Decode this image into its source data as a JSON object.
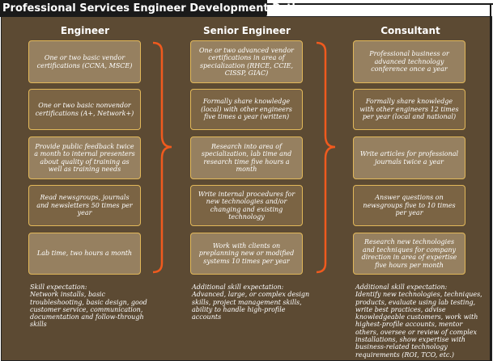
{
  "title": "Professional Services Engineer Development Path",
  "columns": [
    {
      "heading": "Engineer",
      "items": [
        "One or two basic vendor certifications (CCNA, MSCE)",
        "One or two basic nonvendor certifications (A+, Network+)",
        "Provide public feedback twice a month to internal presenters about quality of training as well as training needs",
        "Read newsgroups, journals and newsletters 50 times per year",
        "Lab time, two hours a month"
      ],
      "skill_label": "Skill expectation:",
      "skill_text": "Network installs, basic troubleshooting, basic design, good customer service, communication, documentation and follow-through skills"
    },
    {
      "heading": "Senior Engineer",
      "items": [
        "One or two advanced vendor certifications in area of specialization (RHCE, CCIE, CISSP, GIAC)",
        "Formally share knowledge (local) with other engineers five times a year (written)",
        "Research into area of specialization, lab time and research time five hours a month",
        "Write internal procedures for new technologies and/or changing and existing technology",
        "Work with clients on preplanning new or modified systems 10 times per year"
      ],
      "skill_label": "Additional skill expectation:",
      "skill_text": "Advanced, large, or complex design skills, project management skills, ability to handle high-profile accounts"
    },
    {
      "heading": "Consultant",
      "items": [
        "Professional business or advanced technology conference once a year",
        "Formally share knowledge with other engineers 12 times per year (local and national)",
        "Write articles for professional journals twice a year",
        "Answer questions on newsgroups five to 10 times per year",
        "Research new technologies and techniques for company direction in area of expertise five hours per month"
      ],
      "skill_label": "Additional skill expectation:",
      "skill_text": "Identify new technologies, techniques, products, evaluate using lab testing, write best practices, advise knowledgeable customers, work with highest-profile accounts, mentor others, oversee or review of complex installations, show expertise with business-related technology requirements (ROI, TCO, etc.)"
    }
  ],
  "colors": {
    "background": "#5c4a33",
    "box_light": "#968060",
    "box_dark": "#7b6444",
    "box_border": "#e2b85a",
    "brace": "#f05a1e"
  }
}
